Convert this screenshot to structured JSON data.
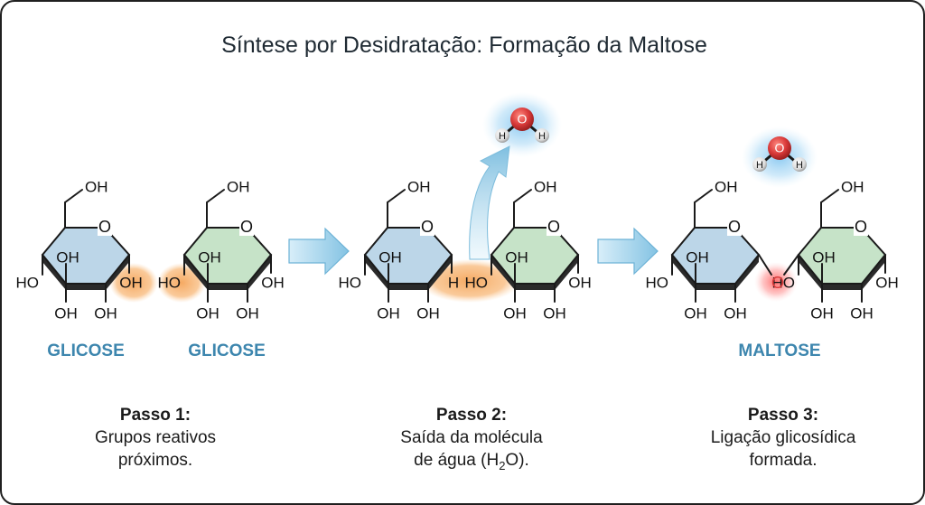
{
  "title": "Síntese por Desidratação: Formação da Maltose",
  "atoms": {
    "oh": "OH",
    "ho": "HO",
    "o": "O",
    "h": "H"
  },
  "labels": {
    "glucose_1": "GLICOSE",
    "glucose_2": "GLICOSE",
    "maltose": "MALTOSE"
  },
  "steps": [
    {
      "title": "Passo 1:",
      "line1": "Grupos reativos",
      "line2": "próximos."
    },
    {
      "title": "Passo 2:",
      "line1": "Saída da molécula",
      "line2_pre": "de água (H",
      "line2_sub": "2",
      "line2_post": "O)."
    },
    {
      "title": "Passo 3:",
      "line1": "Ligação glicosídica",
      "line2": "formada."
    }
  ],
  "colors": {
    "glucose_blue": "#bcd6e8",
    "glucose_green": "#c6e3c8",
    "label_blue": "#3d86ae",
    "highlight_orange": "#f7b267",
    "arrow_blue": "#8ecae6",
    "glow_red": "#ff6b6b",
    "oxygen_red": "#d93a3a"
  }
}
